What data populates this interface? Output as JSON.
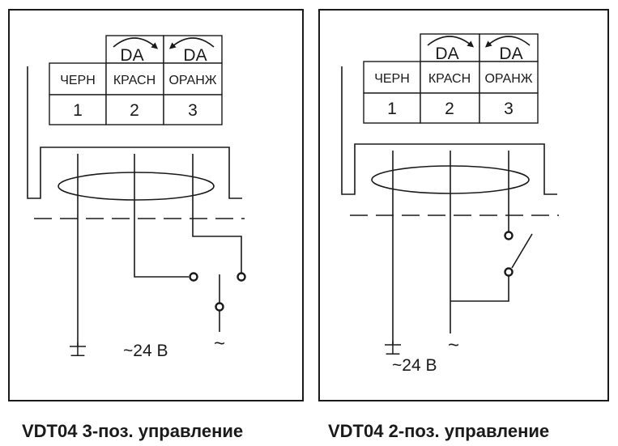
{
  "diagrams": [
    {
      "caption": "VDT04  3-поз. управление",
      "da_left": "DA",
      "da_right": "DA",
      "wire_headers": [
        "ЧЕРН",
        "КРАСН",
        "ОРАНЖ"
      ],
      "wire_numbers": [
        "1",
        "2",
        "3"
      ],
      "supply_label": "~24 B",
      "ground_symbol": "⊥",
      "tilde_symbol": "~"
    },
    {
      "caption": "VDT04  2-поз. управление",
      "da_left": "DA",
      "da_right": "DA",
      "wire_headers": [
        "ЧЕРН",
        "КРАСН",
        "ОРАНЖ"
      ],
      "wire_numbers": [
        "1",
        "2",
        "3"
      ],
      "supply_label": "~24 B",
      "ground_symbol": "⊥",
      "tilde_symbol": "~"
    }
  ]
}
